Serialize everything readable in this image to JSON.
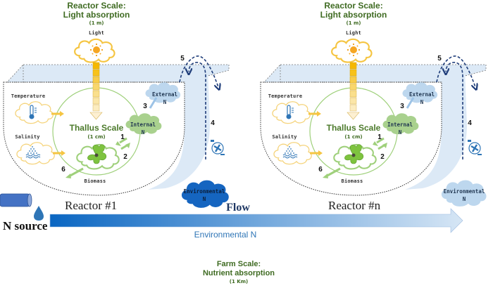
{
  "reactors": [
    {
      "title": "Reactor Scale:",
      "subtitle": "Light absorption",
      "scale": "(1 m)",
      "light_label": "Light",
      "temperature_label": "Temperature",
      "salinity_label": "Salinity",
      "thallus_title": "Thallus Scale",
      "thallus_scale": "(1 cm)",
      "biomass_label": "Biomass",
      "internal_n": [
        "Internal",
        "N"
      ],
      "external_n": [
        "External",
        "N"
      ],
      "environmental_n": [
        "Environmental",
        "N"
      ],
      "environmental_color": "#1565c0",
      "steps": [
        "1",
        "2",
        "3",
        "4",
        "5",
        "6"
      ],
      "name": "Reactor #1"
    },
    {
      "title": "Reactor Scale:",
      "subtitle": "Light absorption",
      "scale": "(1 m)",
      "light_label": "Light",
      "temperature_label": "Temperature",
      "salinity_label": "Salinity",
      "thallus_title": "Thallus Scale",
      "thallus_scale": "(1 cm)",
      "biomass_label": "Biomass",
      "internal_n": [
        "Internal",
        "N"
      ],
      "external_n": [
        "External",
        "N"
      ],
      "environmental_n": [
        "Environmental",
        "N"
      ],
      "environmental_color": "#bcd6ee",
      "steps": [
        "1",
        "2",
        "3",
        "4",
        "5",
        "6"
      ],
      "name": "Reactor #n"
    }
  ],
  "flow": {
    "label": "Flow",
    "sublabel": "Environmental N",
    "source_label": "N source"
  },
  "farm": {
    "title": "Farm Scale:",
    "subtitle": "Nutrient absorption",
    "scale": "(1 Km)"
  },
  "colors": {
    "scale_title": "#3f6b22",
    "thallus_green": "#8fc46a",
    "light_yellow": "#f5b800",
    "reactor_fill": "#dce9f6",
    "flow_start": "#0a66c2",
    "flow_end": "#d6e6f5",
    "dashed_arrow": "#1f3d7a"
  }
}
